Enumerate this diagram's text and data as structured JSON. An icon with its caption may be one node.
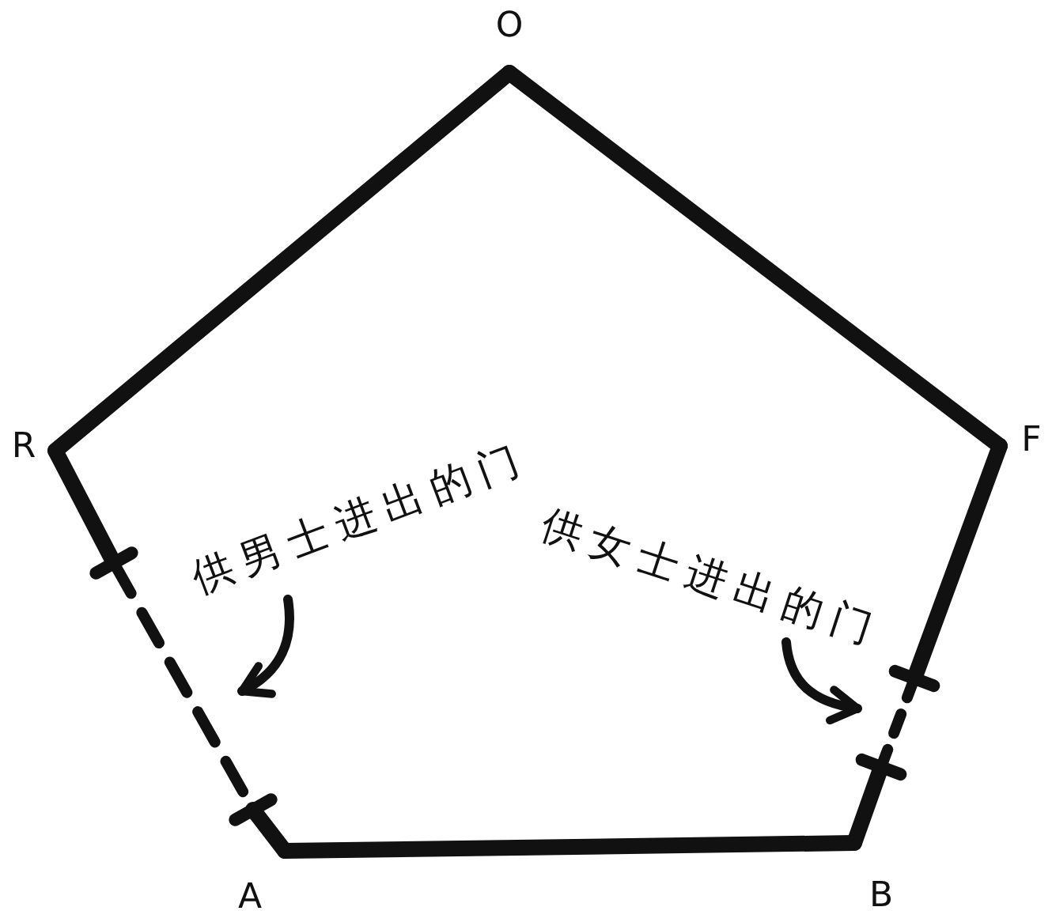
{
  "diagram": {
    "nodes": [
      {
        "text": [
          "O"
        ]
      },
      {
        "text": [
          "R"
        ]
      },
      {
        "text": [
          "F"
        ]
      },
      {
        "text": [
          "供男士进出的门"
        ]
      },
      {
        "text": [
          "供女士进出的门"
        ]
      },
      {
        "text": [],
        "shape": "door"
      },
      {
        "text": [],
        "shape": "door"
      },
      {
        "text": [
          "A"
        ]
      },
      {
        "text": [
          "B"
        ]
      }
    ],
    "edges": [
      {
        "from": 0,
        "to": 1,
        "arrow": "none"
      },
      {
        "from": 0,
        "to": 2,
        "arrow": "none"
      },
      {
        "from": 2,
        "to": 6,
        "arrow": "none"
      },
      {
        "from": 6,
        "to": 8,
        "arrow": "none"
      },
      {
        "from": 8,
        "to": 7,
        "arrow": "none"
      },
      {
        "from": 7,
        "to": 5,
        "arrow": "none"
      },
      {
        "from": 5,
        "to": 1,
        "arrow": "none"
      },
      {
        "from": 3,
        "to": 5,
        "arrow": "to"
      },
      {
        "from": 4,
        "to": 6,
        "arrow": "to"
      }
    ]
  }
}
